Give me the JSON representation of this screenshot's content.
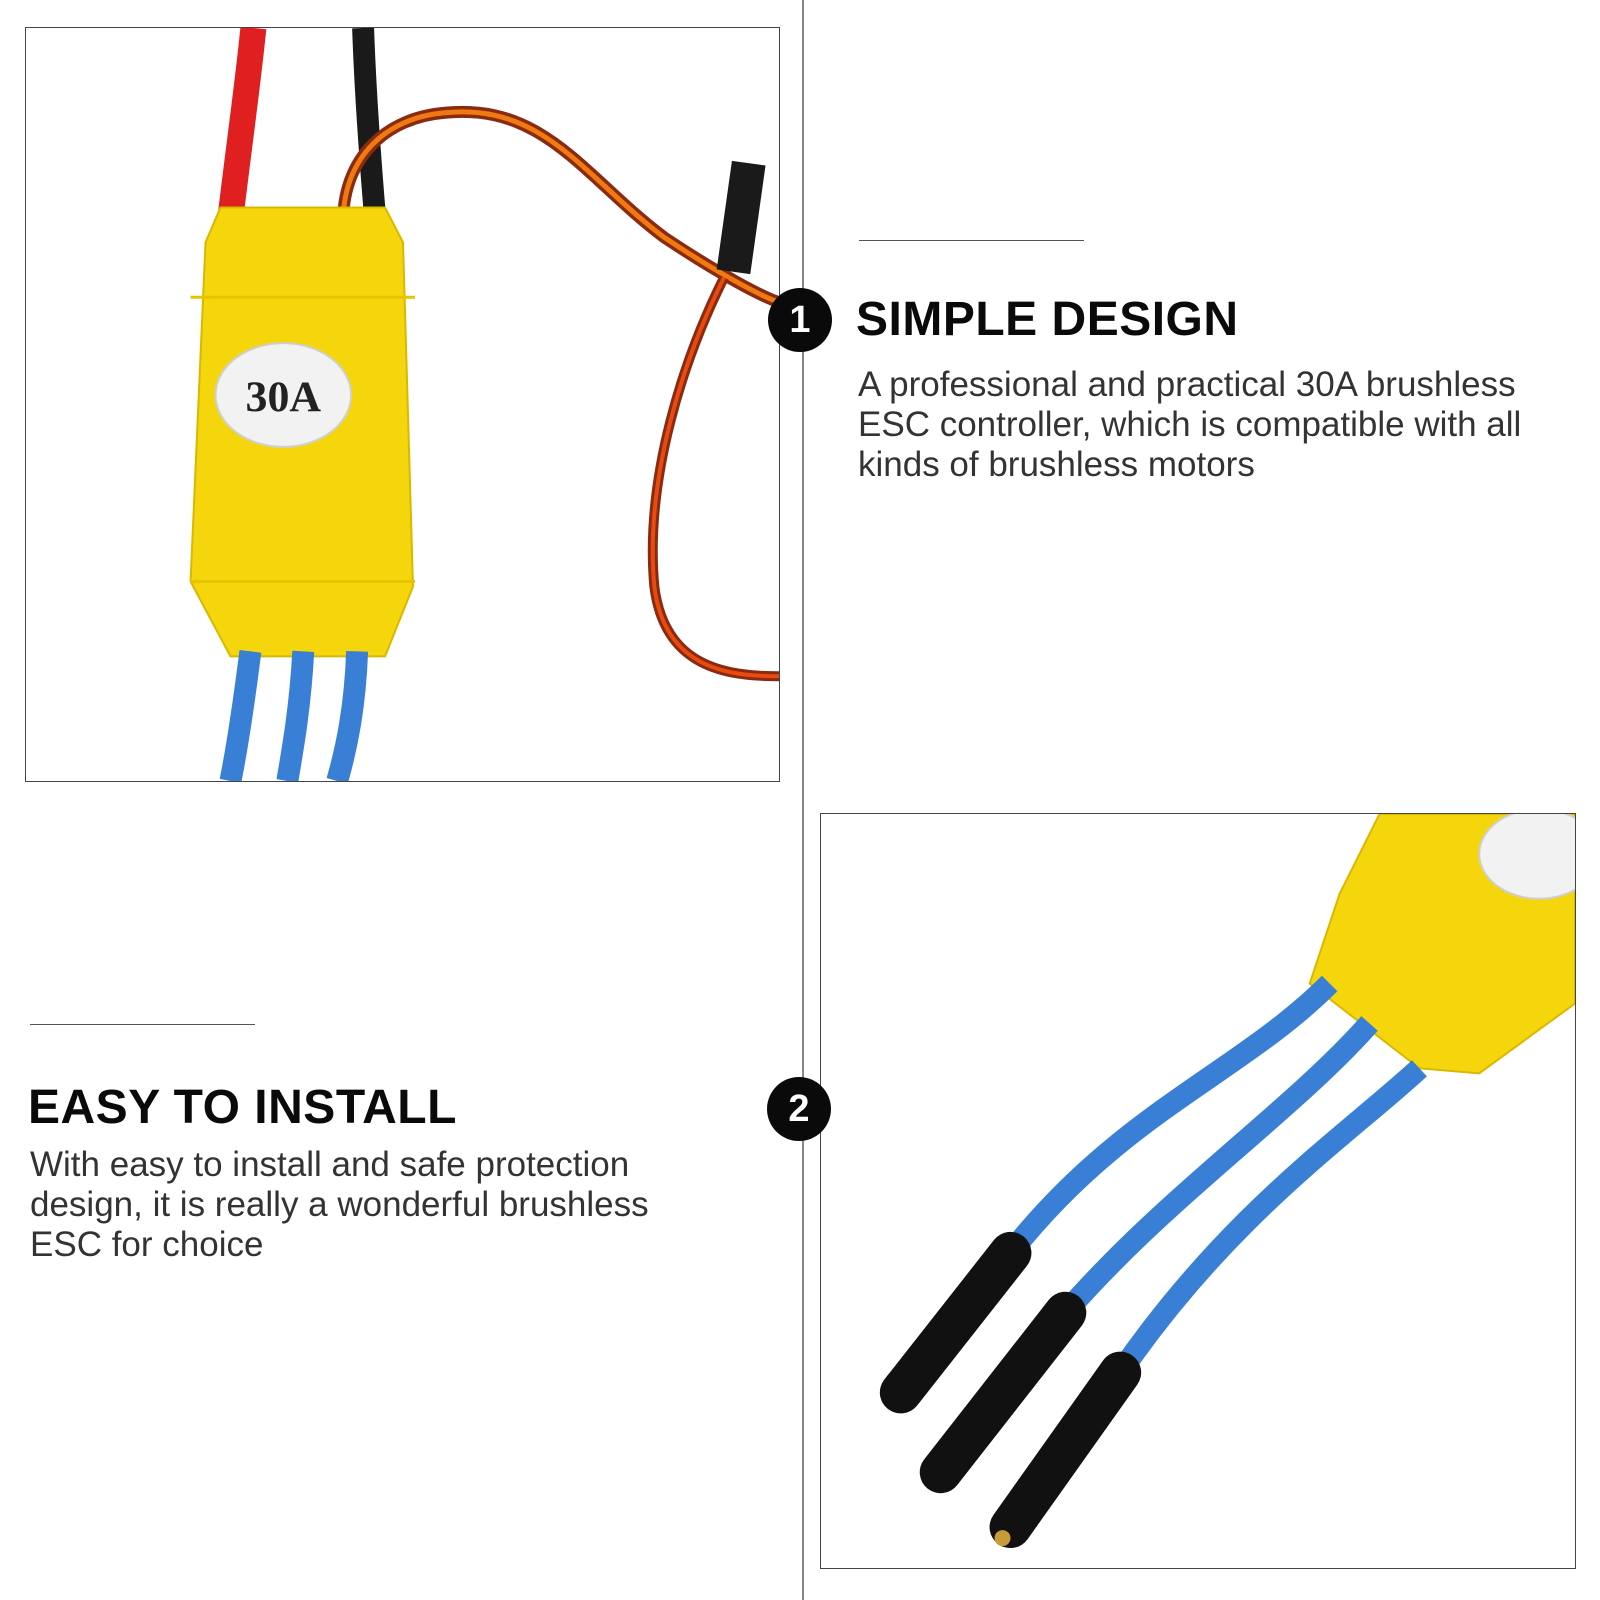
{
  "features": [
    {
      "number": "1",
      "title": "SIMPLE DESIGN",
      "description": "A professional and practical 30A brushless ESC controller, which is compatible with all kinds of brushless motors"
    },
    {
      "number": "2",
      "title": "EASY TO INSTALL",
      "description": "With easy to install and safe protection design, it is really a wonderful brushless ESC for choice"
    }
  ],
  "product": {
    "label": "30A",
    "colors": {
      "body": "#f5d60c",
      "power_red": "#e02020",
      "power_black": "#1a1a1a",
      "signal_orange": "#f07a10",
      "motor_wire_blue": "#3a7fd6",
      "heat_shrink": "#111111"
    }
  }
}
